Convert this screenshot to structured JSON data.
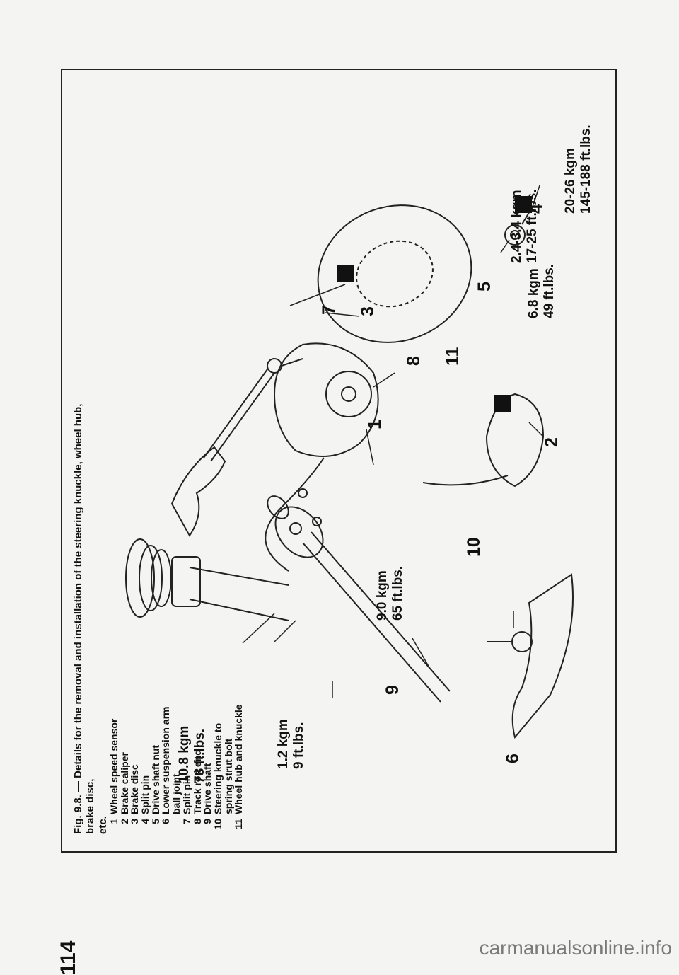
{
  "page_number": "114",
  "caption": {
    "line1": "Fig. 9.8. — Details for the removal and installation of the steering knuckle, wheel hub, brake disc,",
    "line2": "etc."
  },
  "legend": [
    {
      "num": "1",
      "text": "Wheel speed sensor"
    },
    {
      "num": "2",
      "text": "Brake caliper"
    },
    {
      "num": "3",
      "text": "Brake disc"
    },
    {
      "num": "4",
      "text": "Split pin"
    },
    {
      "num": "5",
      "text": "Drive shaft nut"
    },
    {
      "num": "6",
      "text": "Lower suspension arm",
      "cont": "ball joint"
    },
    {
      "num": "7",
      "text": "Split pin"
    },
    {
      "num": "8",
      "text": "Track rod end"
    },
    {
      "num": "9",
      "text": "Drive shaft"
    },
    {
      "num": "10",
      "text": "Steering knuckle to",
      "cont": "spring strut bolt"
    },
    {
      "num": "11",
      "text": "Wheel hub and knuckle"
    }
  ],
  "torque_specs": {
    "strut_bolt": {
      "kgm": "10.8  kgm",
      "ftlbs": "78  ft.lbs."
    },
    "sensor_bolt": {
      "kgm": "1.2 kgm",
      "ftlbs": "9 ft.lbs."
    },
    "ball_joint": {
      "kgm": "9.0  kgm",
      "ftlbs": "65 ft.lbs."
    },
    "caliper": {
      "kgm": "6.8  kgm",
      "ftlbs": "49 ft.lbs."
    },
    "track_rod": {
      "kgm": "2.4-3.4  kgm",
      "ftlbs": "17-25 ft.lbs."
    },
    "drive_nut": {
      "kgm": "20-26  kgm",
      "ftlbs": "145-188 ft.lbs."
    }
  },
  "callouts": [
    "1",
    "2",
    "3",
    "4",
    "5",
    "6",
    "7",
    "8",
    "9",
    "10",
    "11"
  ],
  "new_part_symbol": "N",
  "footer": "carmanualsonline.info"
}
